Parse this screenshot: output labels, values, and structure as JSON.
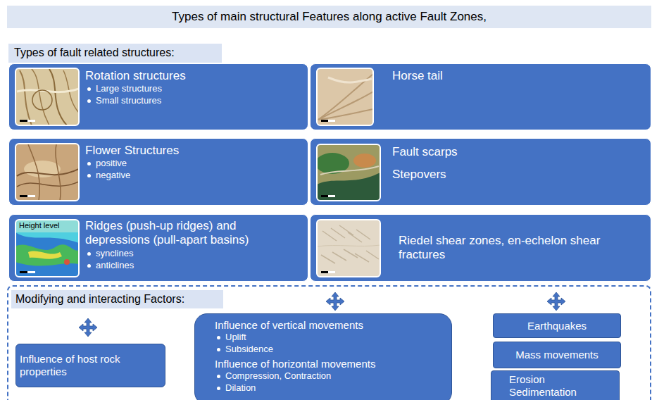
{
  "diagram": {
    "title": "Types of main structural Features along active Fault Zones,",
    "nodes": [
      {
        "text": [
          "Types of fault related structures:"
        ]
      },
      {
        "text": [
          "Rotation structures",
          "Large structures",
          "Small structures"
        ]
      },
      {
        "text": [
          "Horse tail"
        ]
      },
      {
        "text": [
          "Flower Structures",
          "positive",
          "negative"
        ]
      },
      {
        "text": [
          "Fault scarps",
          "Stepovers"
        ]
      },
      {
        "text": [
          "Ridges (push-up ridges) and depressions (pull-apart basins)",
          "synclines",
          "anticlines"
        ]
      },
      {
        "text": [
          "Riedel shear zones, en-echelon shear fractures"
        ]
      },
      {
        "text": [
          "Modifying and interacting Factors:"
        ]
      },
      {
        "text": [
          "Influence of host rock properties"
        ],
        "in": 7
      },
      {
        "text": [
          "Influence of vertical movements",
          "Uplift",
          "Subsidence",
          "Influence of horizontal movements",
          "Compression, Contraction",
          "Dilation"
        ],
        "in": 7
      },
      {
        "text": [
          "Earthquakes"
        ],
        "in": 7
      },
      {
        "text": [
          "Mass movements"
        ],
        "in": 7
      },
      {
        "text": [
          "Erosion Sedimentation"
        ],
        "in": 7
      }
    ],
    "labels": [
      "Height level"
    ]
  }
}
